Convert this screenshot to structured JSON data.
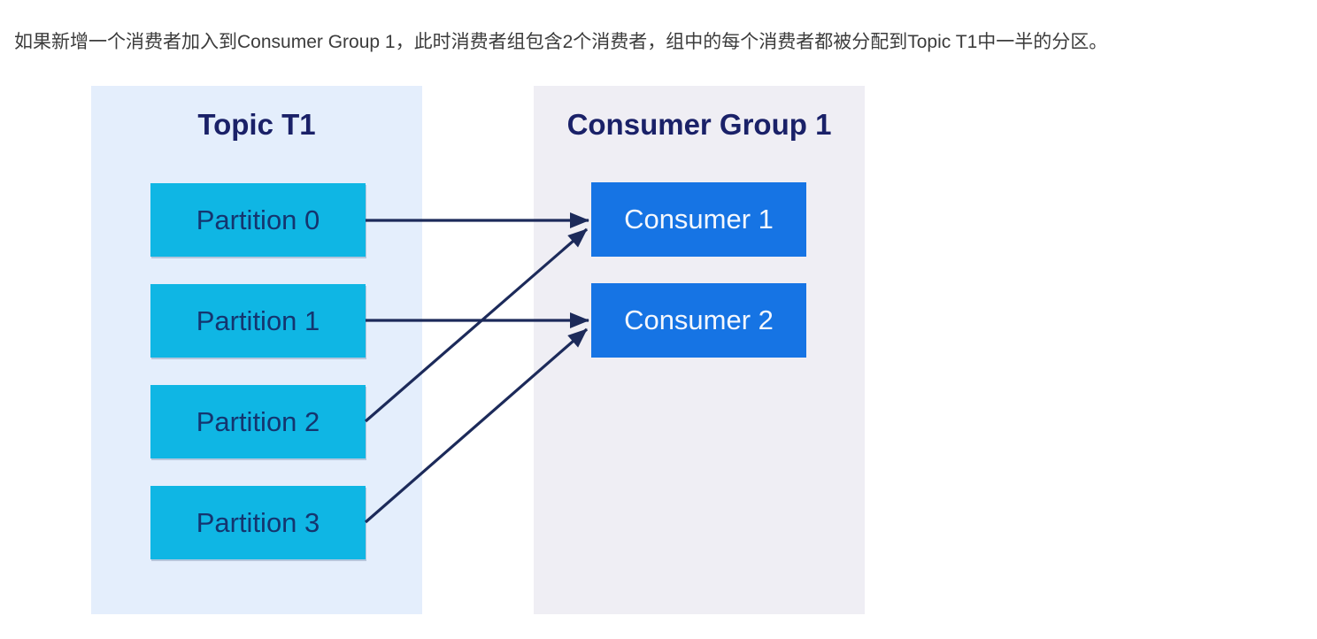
{
  "caption": "如果新增一个消费者加入到Consumer Group 1，此时消费者组包含2个消费者，组中的每个消费者都被分配到Topic T1中一半的分区。",
  "diagram": {
    "topic_panel": {
      "title": "Topic T1",
      "partitions": [
        "Partition 0",
        "Partition 1",
        "Partition 2",
        "Partition 3"
      ]
    },
    "consumer_panel": {
      "title": "Consumer Group 1",
      "consumers": [
        "Consumer 1",
        "Consumer 2"
      ]
    },
    "connections": [
      {
        "from": "Partition 0",
        "to": "Consumer 1"
      },
      {
        "from": "Partition 1",
        "to": "Consumer 2"
      },
      {
        "from": "Partition 2",
        "to": "Consumer 1"
      },
      {
        "from": "Partition 3",
        "to": "Consumer 2"
      }
    ],
    "colors": {
      "topic_panel_bg": "#e4eefc",
      "consumer_panel_bg": "#efeef4",
      "partition_box_bg": "#0fb6e4",
      "consumer_box_bg": "#1674e4",
      "panel_title_text": "#1a2168",
      "partition_text": "#14356f",
      "consumer_text": "#f4f7fd",
      "arrow": "#1c2a5a",
      "caption_text": "#3c3c3c"
    }
  }
}
